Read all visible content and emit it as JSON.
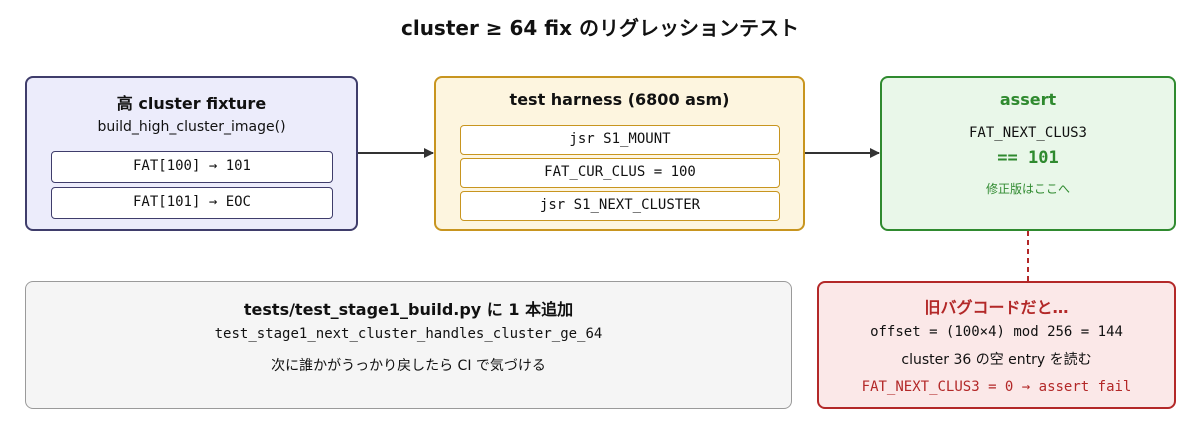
{
  "title": "cluster ≥ 64 fix のリグレッションテスト",
  "fixture": {
    "title": "高 cluster fixture",
    "subtitle": "build_high_cluster_image()",
    "entries": [
      "FAT[100] → 101",
      "FAT[101] → EOC"
    ]
  },
  "harness": {
    "title": "test harness (6800 asm)",
    "steps": [
      "jsr S1_MOUNT",
      "FAT_CUR_CLUS = 100",
      "jsr S1_NEXT_CLUSTER"
    ]
  },
  "assert": {
    "title": "assert",
    "variable": "FAT_NEXT_CLUS3",
    "expected": "== 101",
    "note": "修正版はここへ"
  },
  "note": {
    "title": "tests/test_stage1_build.py に 1 本追加",
    "test_name": "test_stage1_next_cluster_handles_cluster_ge_64",
    "description": "次に誰かがうっかり戻したら CI で気づける"
  },
  "old_bug": {
    "title": "旧バグコードだと…",
    "formula": "offset = (100×4) mod 256 = 144",
    "explanation": "cluster 36 の空 entry を読む",
    "result": "FAT_NEXT_CLUS3 = 0 → assert fail"
  },
  "colors": {
    "fixture_border": "#3f3d6b",
    "harness_border": "#c8951f",
    "assert_green": "#2f8a2f",
    "bug_red": "#b32828"
  }
}
